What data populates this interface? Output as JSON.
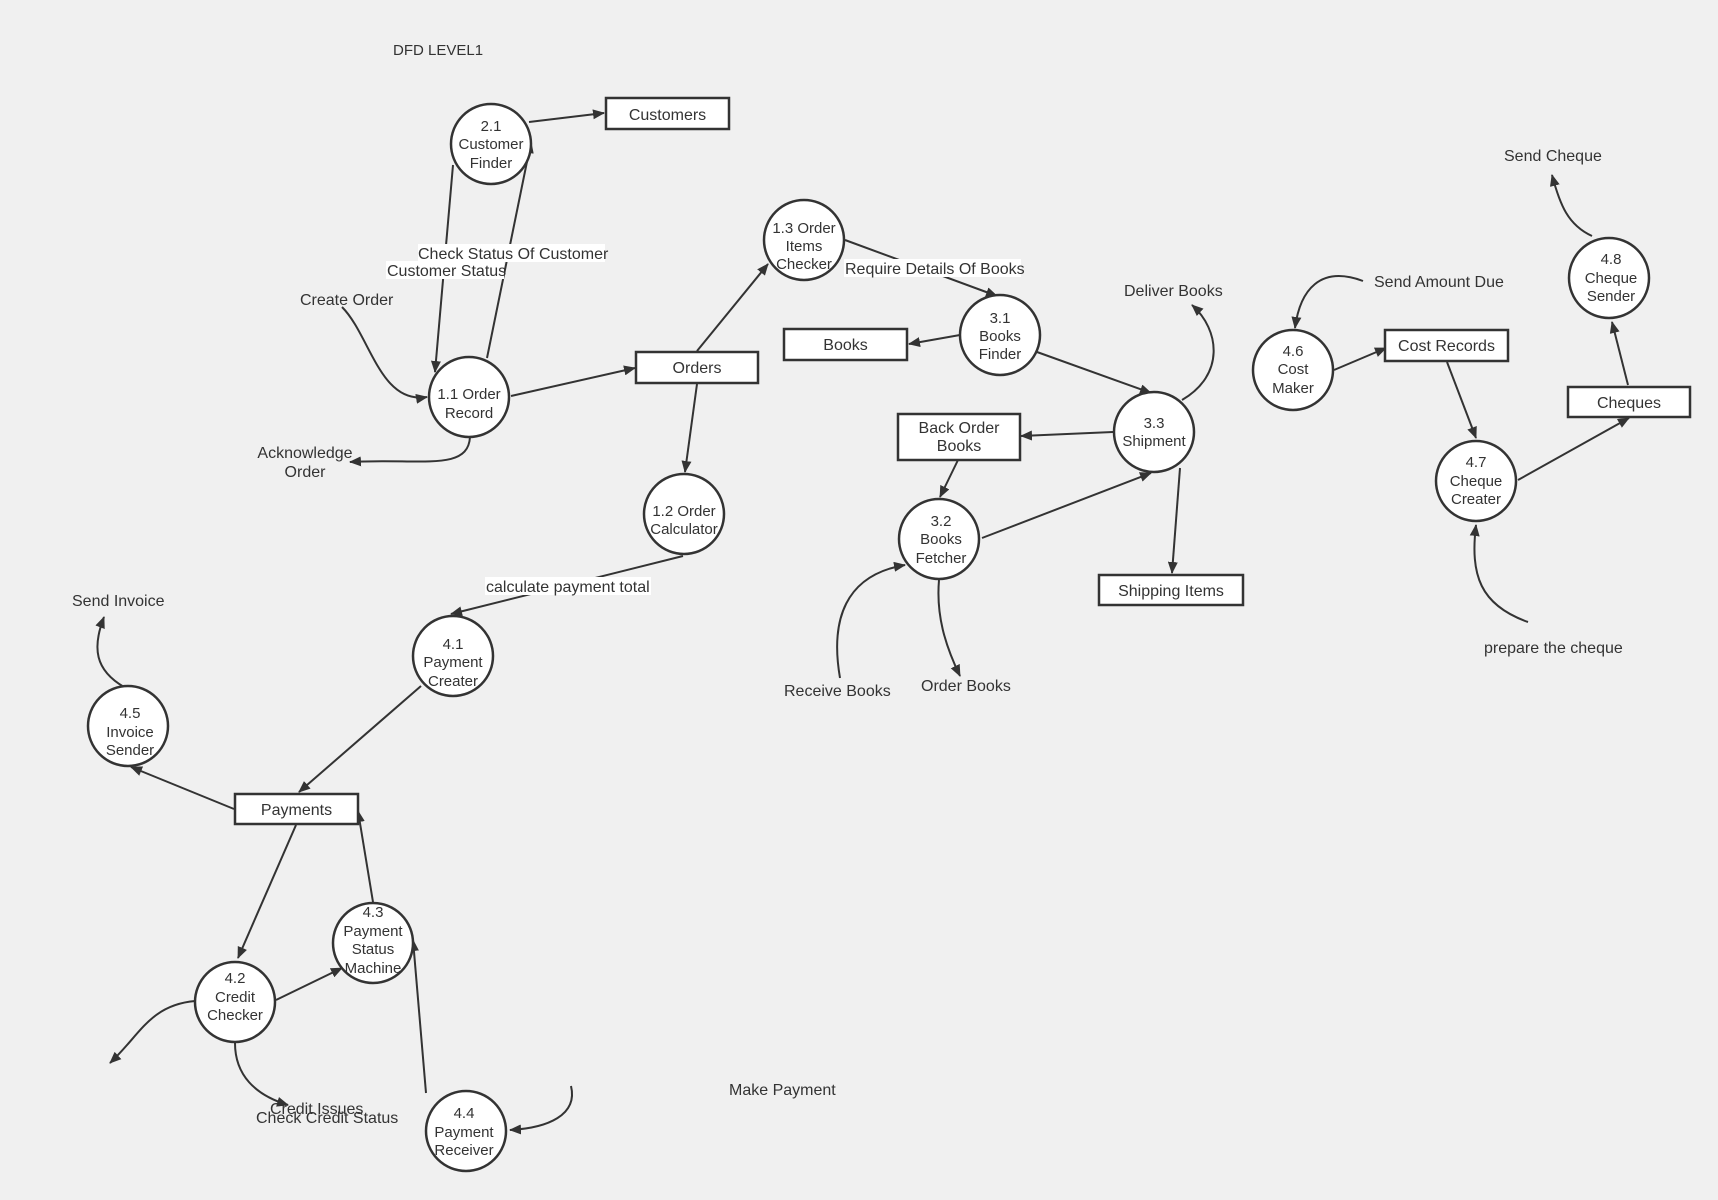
{
  "title": "DFD LEVEL1",
  "processes": [
    {
      "id": "p21",
      "lines": [
        "2.1",
        "Customer",
        "Finder"
      ]
    },
    {
      "id": "p11",
      "lines": [
        "1.1 Order",
        "Record"
      ]
    },
    {
      "id": "p13",
      "lines": [
        "1.3 Order",
        "Items",
        "Checker"
      ]
    },
    {
      "id": "p12",
      "lines": [
        "1.2 Order",
        "Calculator"
      ]
    },
    {
      "id": "p31",
      "lines": [
        "3.1",
        "Books",
        "Finder"
      ]
    },
    {
      "id": "p33",
      "lines": [
        "3.3",
        "Shipment"
      ]
    },
    {
      "id": "p32",
      "lines": [
        "3.2",
        "Books",
        "Fetcher"
      ]
    },
    {
      "id": "p41",
      "lines": [
        "4.1",
        "Payment",
        "Creater"
      ]
    },
    {
      "id": "p45",
      "lines": [
        "4.5",
        "Invoice",
        "Sender"
      ]
    },
    {
      "id": "p43",
      "lines": [
        "4.3",
        "Payment",
        "Status",
        "Machine"
      ]
    },
    {
      "id": "p42",
      "lines": [
        "4.2",
        "Credit",
        "Checker"
      ]
    },
    {
      "id": "p44",
      "lines": [
        "4.4",
        "Payment",
        "Receiver"
      ]
    },
    {
      "id": "p46",
      "lines": [
        "4.6",
        "Cost",
        "Maker"
      ]
    },
    {
      "id": "p47",
      "lines": [
        "4.7",
        "Cheque",
        "Creater"
      ]
    },
    {
      "id": "p48",
      "lines": [
        "4.8",
        "Cheque",
        "Sender"
      ]
    }
  ],
  "stores": [
    {
      "id": "s-customers",
      "lines": [
        "Customers"
      ]
    },
    {
      "id": "s-orders",
      "lines": [
        "Orders"
      ]
    },
    {
      "id": "s-books",
      "lines": [
        "Books"
      ]
    },
    {
      "id": "s-back-order-books",
      "lines": [
        "Back Order",
        "Books"
      ]
    },
    {
      "id": "s-shipping-items",
      "lines": [
        "Shipping Items"
      ]
    },
    {
      "id": "s-payments",
      "lines": [
        "Payments"
      ]
    },
    {
      "id": "s-cost-records",
      "lines": [
        "Cost Records"
      ]
    },
    {
      "id": "s-cheques",
      "lines": [
        "Cheques"
      ]
    }
  ],
  "flow_labels": [
    {
      "id": "check-status-of-customer",
      "text": "Check Status Of Customer"
    },
    {
      "id": "customer-status",
      "text": "Customer Status"
    },
    {
      "id": "create-order",
      "text": "Create Order"
    },
    {
      "id": "acknowledge-order",
      "text": "Acknowledge"
    },
    {
      "id": "acknowledge-order-2",
      "text": "Order"
    },
    {
      "id": "require-details-of-books",
      "text": "Require Details Of Books"
    },
    {
      "id": "deliver-books",
      "text": "Deliver Books"
    },
    {
      "id": "calculate-payment-total",
      "text": "calculate payment total"
    },
    {
      "id": "receive-books",
      "text": "Receive Books"
    },
    {
      "id": "order-books",
      "text": "Order Books"
    },
    {
      "id": "send-invoice",
      "text": "Send Invoice"
    },
    {
      "id": "credit-issues",
      "text": "Credit Issues"
    },
    {
      "id": "check-credit-status",
      "text": "Check Credit Status"
    },
    {
      "id": "make-payment",
      "text": "Make Payment"
    },
    {
      "id": "send-amount-due",
      "text": "Send Amount Due"
    },
    {
      "id": "send-cheque",
      "text": "Send Cheque"
    },
    {
      "id": "prepare-the-cheque",
      "text": "prepare the cheque"
    }
  ]
}
